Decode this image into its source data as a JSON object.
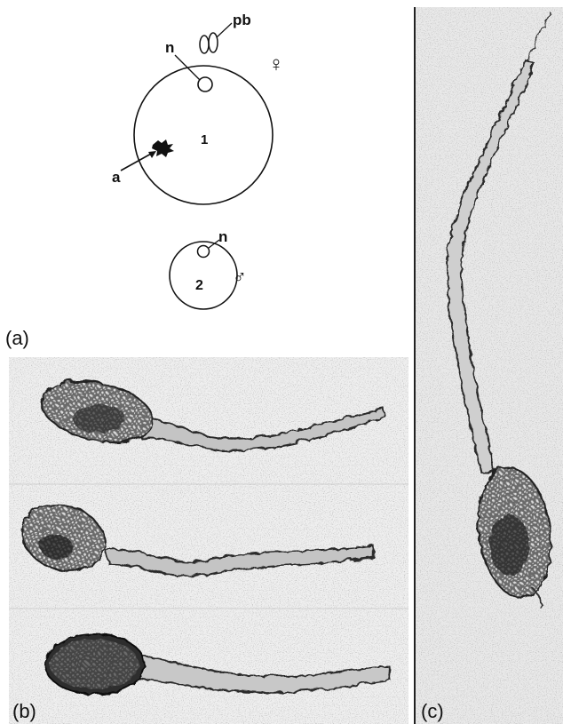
{
  "panels": {
    "a": {
      "panel_label": "(a)",
      "labels": {
        "polar_bodies": "pb",
        "nucleus_egg": "n",
        "nucleus_sperm": "n",
        "spot": "a",
        "cell_1": "1",
        "cell_2": "2",
        "female_symbol": "♀",
        "male_symbol": "♂"
      }
    },
    "b": {
      "panel_label": "(b)"
    },
    "c": {
      "panel_label": "(c)"
    }
  }
}
